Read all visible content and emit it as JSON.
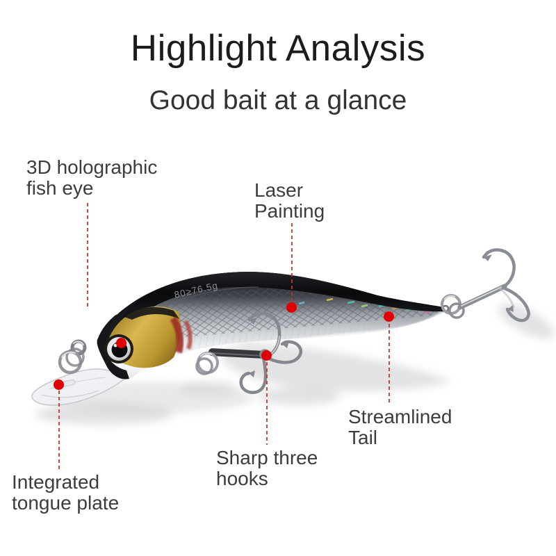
{
  "colors": {
    "background": "#ffffff",
    "title_text": "#1c1c1c",
    "subtitle_text": "#333333",
    "label_text": "#3c3c3c",
    "annotation_dot": "#e10000",
    "annotation_line": "#c53528",
    "lure_back": "#0a0a0d",
    "lure_flank": "#c9cdd2",
    "lure_head_gold": "#d9b84f",
    "lure_gill_red": "#9e2f28"
  },
  "header": {
    "title": "Highlight Analysis",
    "subtitle": "Good bait at a glance"
  },
  "callouts": [
    {
      "id": "fish-eye",
      "label": "3D holographic fish eye",
      "line1": "3D holographic",
      "line2": "fish eye"
    },
    {
      "id": "laser-painting",
      "label": "Laser Painting",
      "line1": "Laser",
      "line2": "Painting"
    },
    {
      "id": "streamlined-tail",
      "label": "Streamlined Tail",
      "line1": "Streamlined",
      "line2": "Tail"
    },
    {
      "id": "sharp-hooks",
      "label": "Sharp three hooks",
      "line1": "Sharp three",
      "line2": "hooks"
    },
    {
      "id": "tongue-plate",
      "label": "Integrated tongue plate",
      "line1": "Integrated",
      "line2": "tongue plate"
    }
  ],
  "product": {
    "body_text": "80≥76.5g"
  }
}
